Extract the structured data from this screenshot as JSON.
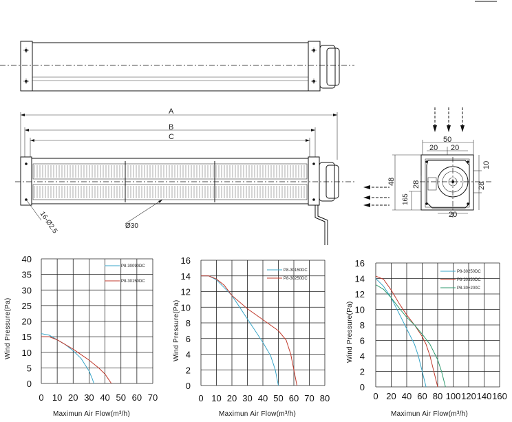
{
  "drawing": {
    "dimensions": {
      "A": "A",
      "B": "B",
      "C": "C",
      "width_50": "50",
      "top_20_left": "20",
      "top_20_right": "20",
      "height_48": "48",
      "left_28": "28",
      "right_28": "28",
      "right_10": "10",
      "left_165": "165",
      "bottom_20": "20",
      "holes": "16-Ø2.5",
      "diameter": "Ø30"
    },
    "colors": {
      "line": "#111111"
    }
  },
  "chart_data": [
    {
      "type": "line",
      "xlabel": "Maximun Air Flow(m³/h)",
      "ylabel": "Wind Pressure(Pa)",
      "xlim": [
        0,
        70
      ],
      "ylim": [
        0,
        40
      ],
      "xticks": [
        0,
        10,
        20,
        30,
        40,
        50,
        60,
        70
      ],
      "yticks": [
        0,
        5,
        10,
        15,
        20,
        25,
        30,
        35,
        40
      ],
      "grid": true,
      "legend_position": "top-right",
      "series": [
        {
          "name": "P8-30090DC",
          "color": "#3aa6c8",
          "x": [
            0,
            5,
            10,
            15,
            20,
            25,
            30,
            32,
            33
          ],
          "y": [
            16,
            15.5,
            14,
            12.5,
            10.5,
            8,
            4,
            1.5,
            0
          ]
        },
        {
          "name": "P8-30150DC",
          "color": "#c0392b",
          "x": [
            0,
            5,
            10,
            20,
            30,
            36,
            40,
            42,
            44
          ],
          "y": [
            15,
            15,
            14,
            11,
            7.5,
            5,
            3,
            1.5,
            0
          ]
        }
      ]
    },
    {
      "type": "line",
      "xlabel": "Maximun Air Flow(m³/h)",
      "ylabel": "Wind Pressure(Pa)",
      "xlim": [
        0,
        80
      ],
      "ylim": [
        0,
        16
      ],
      "xticks": [
        0,
        10,
        20,
        30,
        40,
        50,
        60,
        70,
        80
      ],
      "yticks": [
        0,
        2,
        4,
        6,
        8,
        10,
        12,
        14,
        16
      ],
      "grid": true,
      "legend_position": "top-right",
      "series": [
        {
          "name": "P8-30150DC",
          "color": "#3aa6c8",
          "x": [
            0,
            5,
            10,
            15,
            20,
            25,
            30,
            35,
            40,
            45,
            48,
            50
          ],
          "y": [
            14,
            14,
            13.5,
            12.5,
            11.5,
            10,
            8.5,
            7,
            5.5,
            3.8,
            2,
            0
          ]
        },
        {
          "name": "P8-30250DC",
          "color": "#c0392b",
          "x": [
            0,
            5,
            10,
            15,
            20,
            30,
            40,
            50,
            55,
            58,
            60,
            62
          ],
          "y": [
            14,
            14,
            13.6,
            12.8,
            11.5,
            9.8,
            8.4,
            7,
            5.8,
            4,
            2,
            0
          ]
        }
      ]
    },
    {
      "type": "line",
      "xlabel": "Maximun Air Flow(m³/h)",
      "ylabel": "Wind Pressure(Pa)",
      "xlim": [
        0,
        160
      ],
      "ylim": [
        0,
        16
      ],
      "xticks": [
        0,
        20,
        40,
        60,
        80,
        100,
        120,
        140,
        160
      ],
      "yticks": [
        0,
        2,
        4,
        6,
        8,
        10,
        12,
        14,
        16
      ],
      "grid": true,
      "legend_position": "top-right",
      "series": [
        {
          "name": "P8-30250DC",
          "color": "#3aa6c8",
          "x": [
            0,
            10,
            20,
            30,
            40,
            50,
            55,
            60,
            65
          ],
          "y": [
            14,
            13,
            11.5,
            9.5,
            7.5,
            5.5,
            4,
            2,
            0
          ]
        },
        {
          "name": "P8-30350DC",
          "color": "#c0392b",
          "x": [
            0,
            10,
            20,
            30,
            40,
            50,
            60,
            65,
            70,
            75,
            80
          ],
          "y": [
            14.3,
            13.9,
            12.5,
            10.8,
            9.3,
            8,
            6.5,
            5.5,
            4,
            2,
            0
          ]
        },
        {
          "name": "P8-30+200C",
          "color": "#2e9a6e",
          "x": [
            0,
            10,
            20,
            30,
            40,
            50,
            60,
            70,
            80,
            85,
            90
          ],
          "y": [
            13.2,
            12.6,
            11.5,
            10.2,
            9,
            8,
            6.8,
            5.5,
            3.5,
            2,
            0
          ]
        }
      ]
    }
  ]
}
